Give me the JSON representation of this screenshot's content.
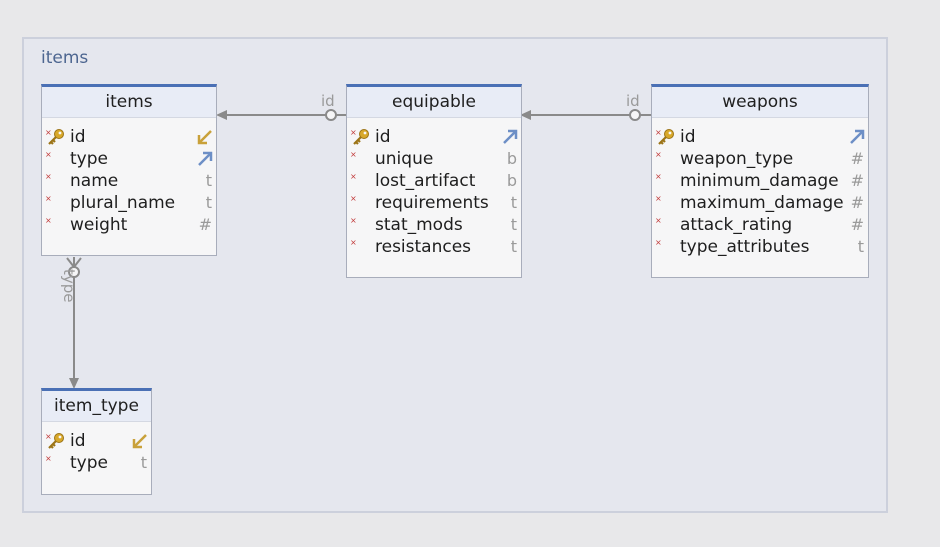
{
  "group": {
    "title": "items"
  },
  "relations": {
    "items_equipable": "id",
    "equipable_weapons": "id",
    "items_item_type": "type"
  },
  "tables": {
    "items": {
      "name": "items",
      "columns": [
        {
          "name": "id",
          "marker": "primary-key",
          "rel": "fk-out-icon"
        },
        {
          "name": "type",
          "marker": "not-null",
          "rel": "fk-in-icon"
        },
        {
          "name": "name",
          "marker": "not-null",
          "type": "t"
        },
        {
          "name": "plural_name",
          "marker": "not-null",
          "type": "t"
        },
        {
          "name": "weight",
          "marker": "not-null",
          "type": "#"
        }
      ]
    },
    "equipable": {
      "name": "equipable",
      "columns": [
        {
          "name": "id",
          "marker": "primary-key",
          "rel": "fk-in-icon"
        },
        {
          "name": "unique",
          "marker": "not-null",
          "type": "b"
        },
        {
          "name": "lost_artifact",
          "marker": "not-null",
          "type": "b"
        },
        {
          "name": "requirements",
          "marker": "not-null",
          "type": "t"
        },
        {
          "name": "stat_mods",
          "marker": "not-null",
          "type": "t"
        },
        {
          "name": "resistances",
          "marker": "not-null",
          "type": "t"
        }
      ]
    },
    "weapons": {
      "name": "weapons",
      "columns": [
        {
          "name": "id",
          "marker": "primary-key",
          "rel": "fk-in-icon"
        },
        {
          "name": "weapon_type",
          "marker": "not-null",
          "type": "#"
        },
        {
          "name": "minimum_damage",
          "marker": "not-null",
          "type": "#"
        },
        {
          "name": "maximum_damage",
          "marker": "not-null",
          "type": "#"
        },
        {
          "name": "attack_rating",
          "marker": "not-null",
          "type": "#"
        },
        {
          "name": "type_attributes",
          "marker": "not-null",
          "type": "t"
        }
      ]
    },
    "item_type": {
      "name": "item_type",
      "columns": [
        {
          "name": "id",
          "marker": "primary-key",
          "rel": "fk-out-icon"
        },
        {
          "name": "type",
          "marker": "not-null",
          "type": "t"
        }
      ]
    }
  },
  "colors": {
    "header_border": "#4a70b5",
    "key": "#d8a82a",
    "fk_in": "#6d8fc6",
    "fk_out": "#c9a13a",
    "required_mark": "#c23b3b"
  }
}
